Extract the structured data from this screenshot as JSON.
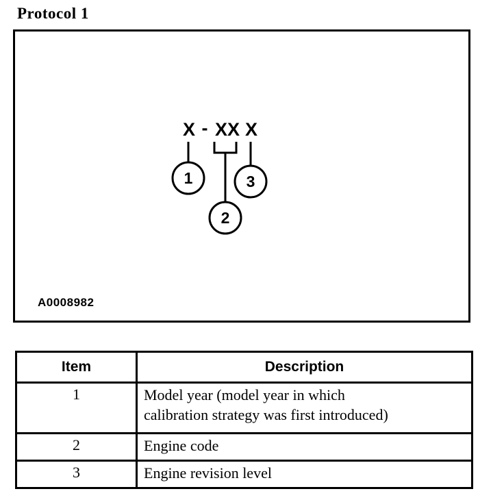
{
  "colors": {
    "ink": "#000000",
    "paper": "#ffffff"
  },
  "page": {
    "title": "Protocol 1"
  },
  "figure": {
    "figure_id": "A0008982",
    "code_parts": [
      "X",
      "-",
      "XX",
      "X"
    ],
    "callouts": [
      {
        "number": "1"
      },
      {
        "number": "2"
      },
      {
        "number": "3"
      }
    ]
  },
  "table": {
    "headers": {
      "item": "Item",
      "description": "Description"
    },
    "rows": [
      {
        "item": "1",
        "description": "Model year (model year in which\ncalibration strategy was first introduced)"
      },
      {
        "item": "2",
        "description": "Engine code"
      },
      {
        "item": "3",
        "description": "Engine revision level"
      }
    ]
  }
}
